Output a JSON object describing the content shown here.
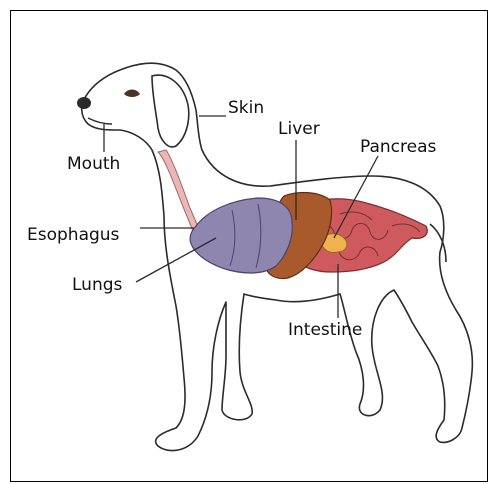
{
  "labels": {
    "skin": "Skin",
    "liver": "Liver",
    "pancreas": "Pancreas",
    "mouth": "Mouth",
    "esophagus": "Esophagus",
    "lungs": "Lungs",
    "intestine": "Intestine"
  },
  "colors": {
    "outline": "#2b2b2b",
    "esophagus": "#e9b8b6",
    "lungs": "#8f86b0",
    "liver": "#a95a2c",
    "intestine": "#cf5a5e",
    "pancreas": "#f0b24e"
  }
}
